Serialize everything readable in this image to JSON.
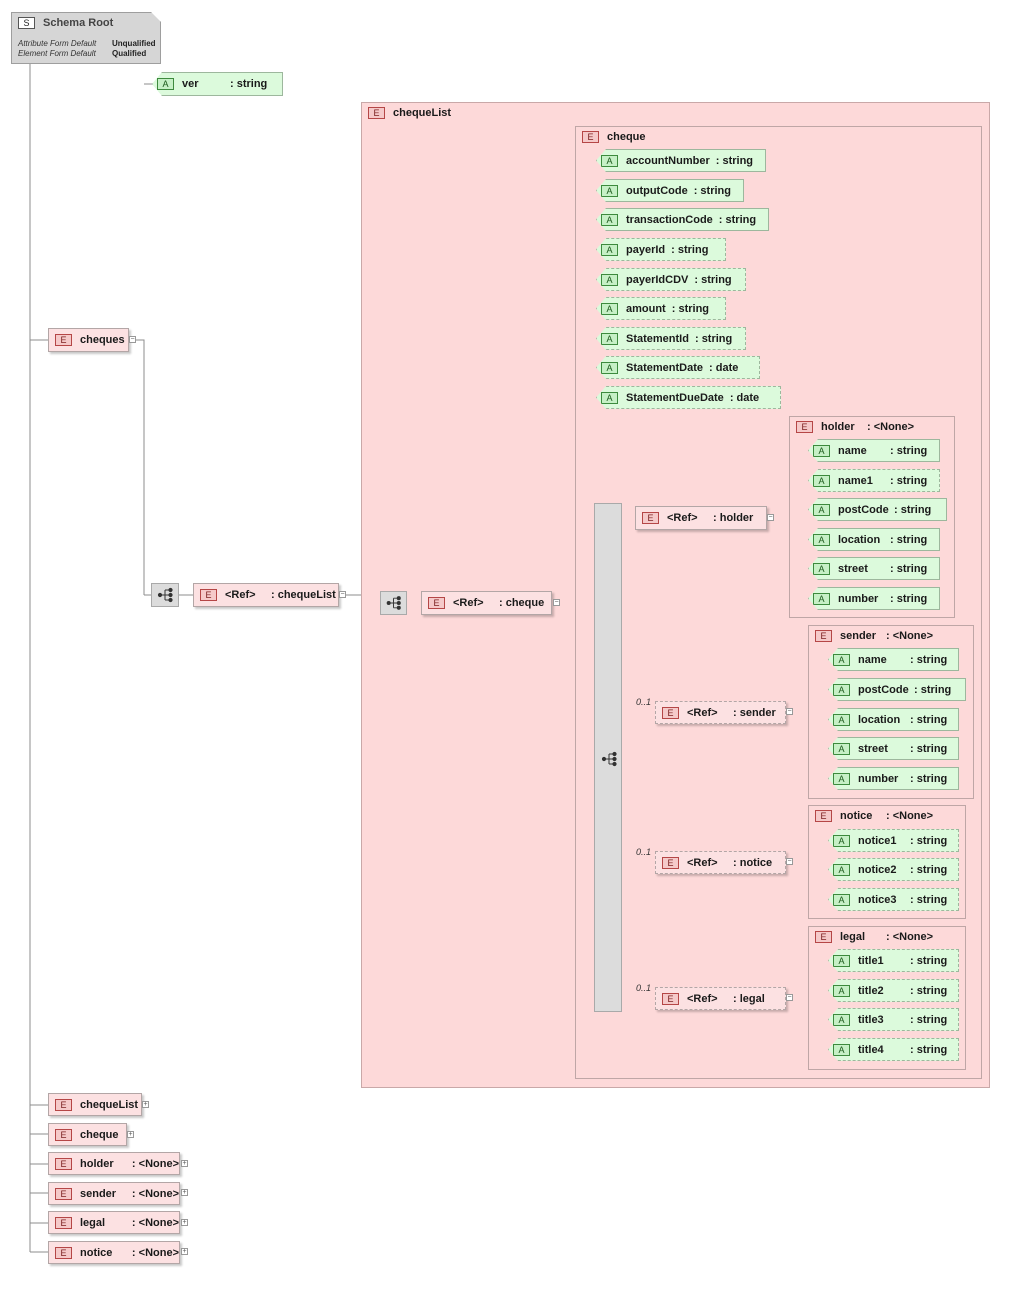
{
  "root": {
    "badge": "S",
    "title": "Schema Root",
    "props": [
      {
        "label": "Attribute Form Default",
        "value": "Unqualified"
      },
      {
        "label": "Element Form Default",
        "value": "Qualified"
      }
    ]
  },
  "cheques": {
    "badge": "E",
    "name": "cheques"
  },
  "ver": {
    "badge": "A",
    "name": "ver",
    "type": ": string"
  },
  "ref_chequelist": {
    "badge": "E",
    "name": "<Ref>",
    "type": ": chequeList"
  },
  "chequelist_group": {
    "badge": "E",
    "title": "chequeList"
  },
  "ref_cheque": {
    "badge": "E",
    "name": "<Ref>",
    "type": ": cheque"
  },
  "cheque_group": {
    "badge": "E",
    "title": "cheque",
    "attributes": [
      {
        "name": "accountNumber",
        "type": ": string",
        "optional": false
      },
      {
        "name": "outputCode",
        "type": ": string",
        "optional": false
      },
      {
        "name": "transactionCode",
        "type": ": string",
        "optional": false
      },
      {
        "name": "payerId",
        "type": ": string",
        "optional": true
      },
      {
        "name": "payerIdCDV",
        "type": ": string",
        "optional": true
      },
      {
        "name": "amount",
        "type": ": string",
        "optional": true
      },
      {
        "name": "StatementId",
        "type": ": string",
        "optional": true
      },
      {
        "name": "StatementDate",
        "type": ": date",
        "optional": true
      },
      {
        "name": "StatementDueDate",
        "type": ": date",
        "optional": true
      }
    ]
  },
  "refs": [
    {
      "badge": "E",
      "name": "<Ref>",
      "type": ": holder",
      "cardinality": ""
    },
    {
      "badge": "E",
      "name": "<Ref>",
      "type": ": sender",
      "cardinality": "0..1"
    },
    {
      "badge": "E",
      "name": "<Ref>",
      "type": ": notice",
      "cardinality": "0..1"
    },
    {
      "badge": "E",
      "name": "<Ref>",
      "type": ": legal",
      "cardinality": "0..1"
    }
  ],
  "groups": [
    {
      "badge": "E",
      "title": "holder",
      "type": ": <None>",
      "attributes": [
        {
          "name": "name",
          "type": ": string",
          "optional": false
        },
        {
          "name": "name1",
          "type": ": string",
          "optional": true
        },
        {
          "name": "postCode",
          "type": ": string",
          "optional": false
        },
        {
          "name": "location",
          "type": ": string",
          "optional": false
        },
        {
          "name": "street",
          "type": ": string",
          "optional": false
        },
        {
          "name": "number",
          "type": ": string",
          "optional": false
        }
      ]
    },
    {
      "badge": "E",
      "title": "sender",
      "type": ": <None>",
      "attributes": [
        {
          "name": "name",
          "type": ": string",
          "optional": false
        },
        {
          "name": "postCode",
          "type": ": string",
          "optional": false
        },
        {
          "name": "location",
          "type": ": string",
          "optional": false
        },
        {
          "name": "street",
          "type": ": string",
          "optional": false
        },
        {
          "name": "number",
          "type": ": string",
          "optional": false
        }
      ]
    },
    {
      "badge": "E",
      "title": "notice",
      "type": ": <None>",
      "attributes": [
        {
          "name": "notice1",
          "type": ": string",
          "optional": true
        },
        {
          "name": "notice2",
          "type": ": string",
          "optional": true
        },
        {
          "name": "notice3",
          "type": ": string",
          "optional": true
        }
      ]
    },
    {
      "badge": "E",
      "title": "legal",
      "type": ": <None>",
      "attributes": [
        {
          "name": "title1",
          "type": ": string",
          "optional": true
        },
        {
          "name": "title2",
          "type": ": string",
          "optional": true
        },
        {
          "name": "title3",
          "type": ": string",
          "optional": true
        },
        {
          "name": "title4",
          "type": ": string",
          "optional": true
        }
      ]
    }
  ],
  "global_elements": [
    {
      "badge": "E",
      "name": "chequeList",
      "type": ""
    },
    {
      "badge": "E",
      "name": "cheque",
      "type": ""
    },
    {
      "badge": "E",
      "name": "holder",
      "type": ": <None>"
    },
    {
      "badge": "E",
      "name": "sender",
      "type": ": <None>"
    },
    {
      "badge": "E",
      "name": "legal",
      "type": ": <None>"
    },
    {
      "badge": "E",
      "name": "notice",
      "type": ": <None>"
    }
  ],
  "toggles": {
    "collapse": "−",
    "expand": "+"
  }
}
